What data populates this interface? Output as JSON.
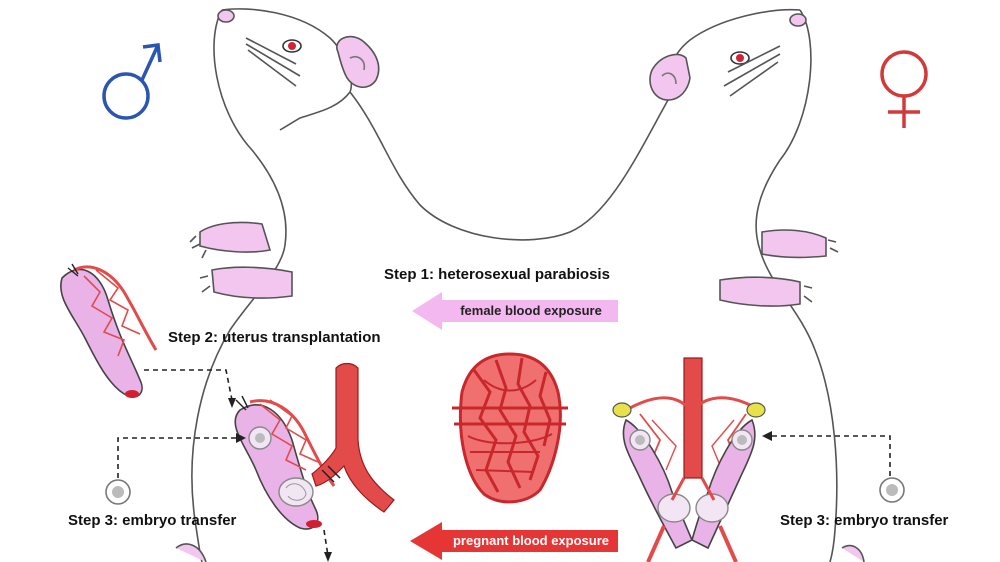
{
  "labels": {
    "step1": "Step 1: heterosexual parabiosis",
    "step2": "Step 2: uterus transplantation",
    "step3_left": "Step 3: embryo transfer",
    "step3_right": "Step 3: embryo transfer",
    "female_blood": "female blood exposure",
    "pregnant_blood": "pregnant blood exposure"
  },
  "symbols": {
    "male": "male-symbol",
    "female": "female-symbol"
  },
  "colors": {
    "male_symbol": "#2a55b0",
    "female_symbol": "#d23a3a",
    "vessel": "#e34a4a",
    "uterus": "#eab3e8",
    "mouse_skin": "#f3c6f0",
    "female_arrow": "#f4b8f0",
    "pregnant_arrow": "#e53535"
  }
}
